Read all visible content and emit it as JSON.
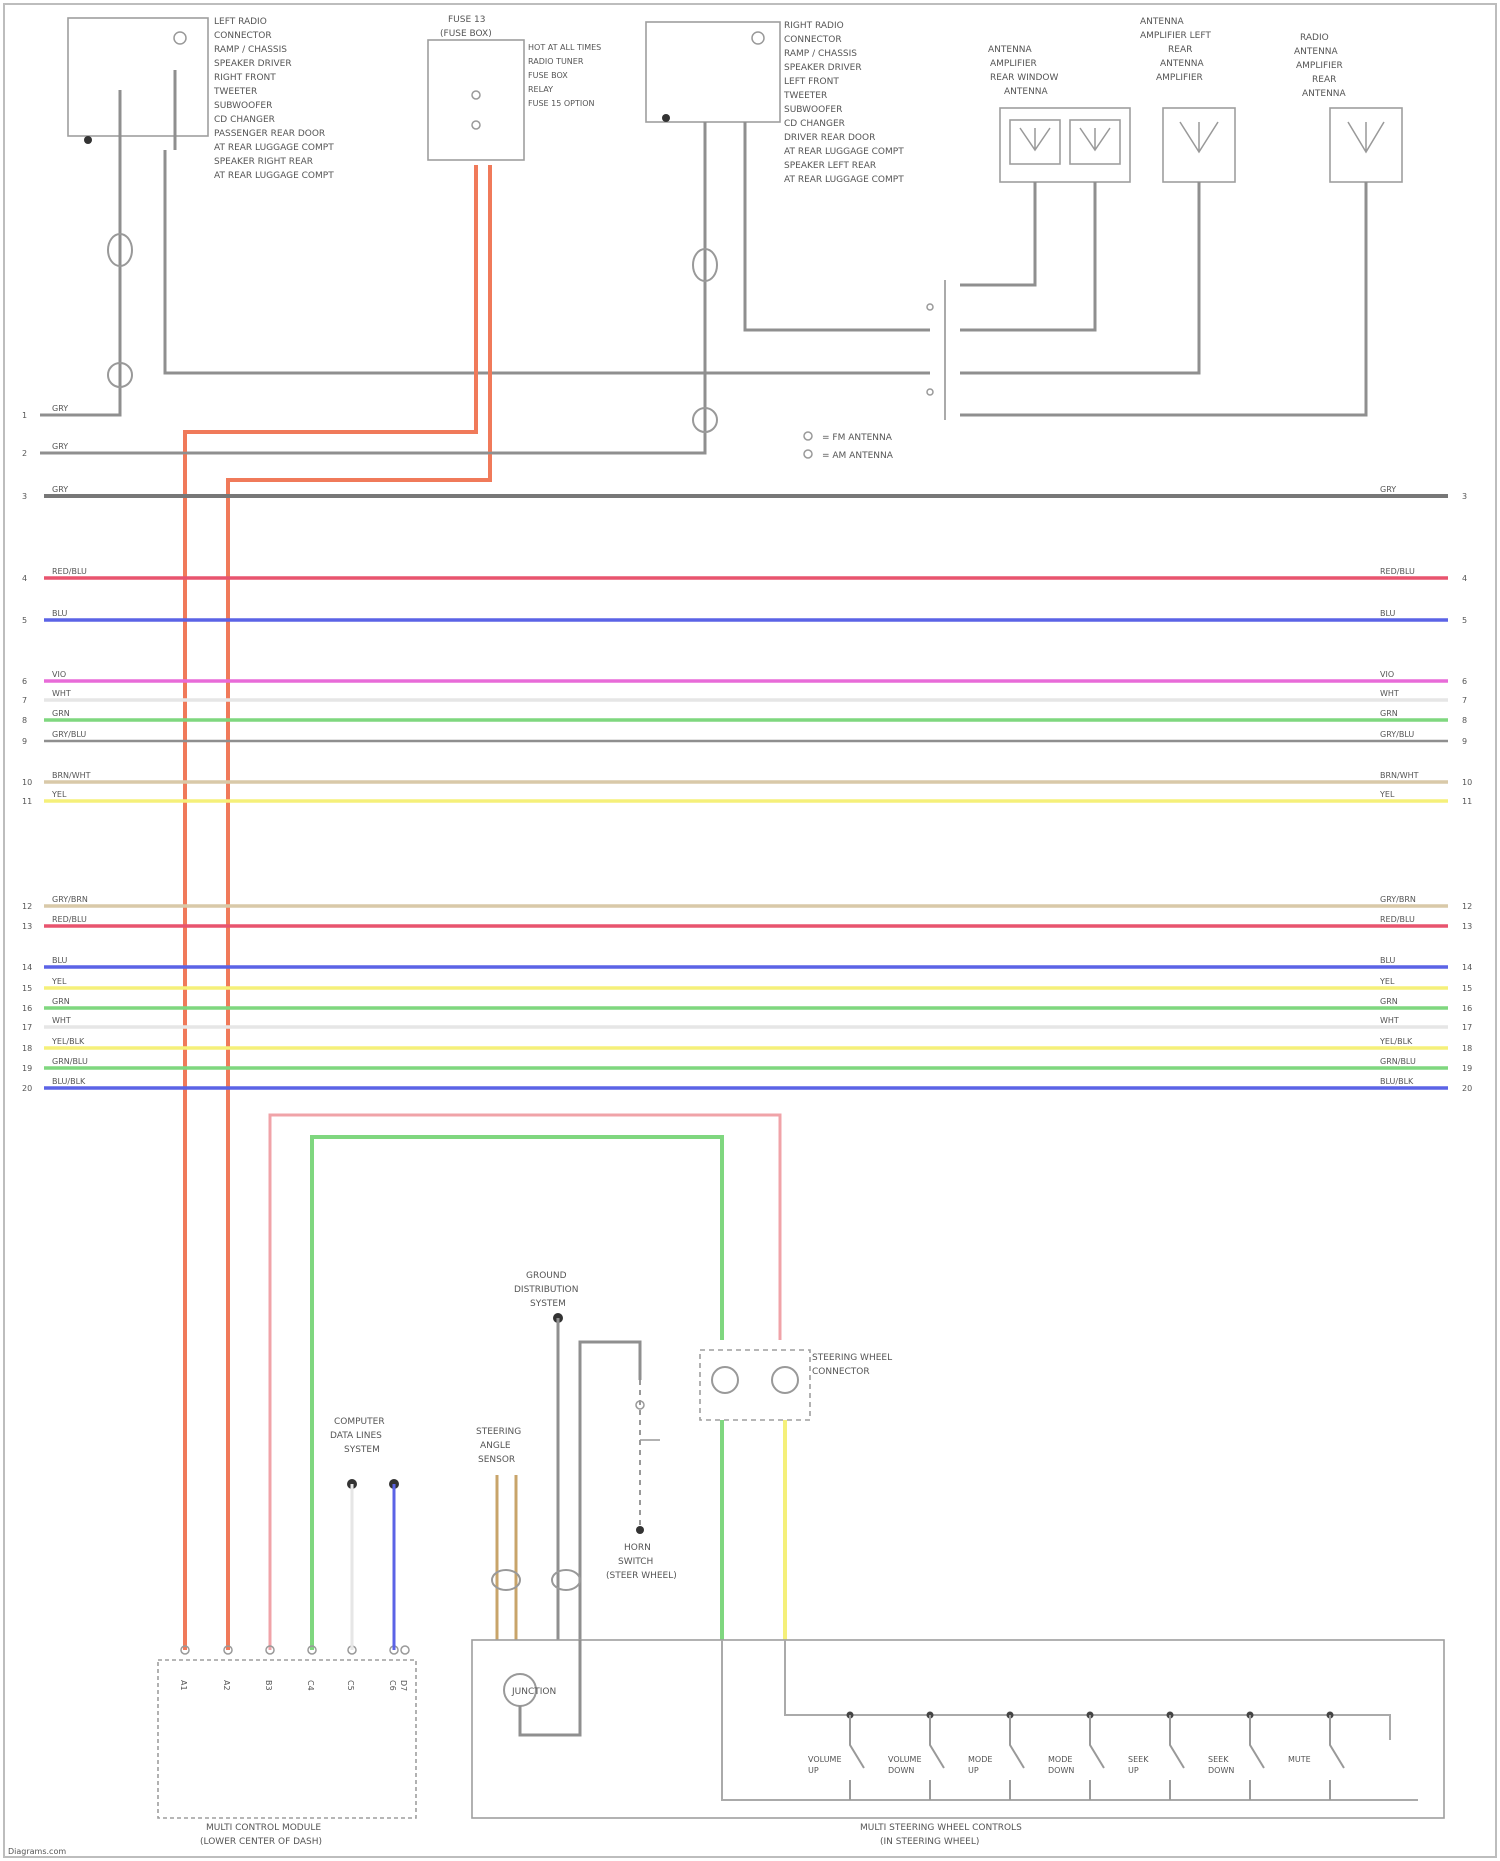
{
  "watermark": "Diagrams.com",
  "colors": {
    "gray": "#8f8f8f",
    "dark_gray": "#777777",
    "orange": "#f07a5a",
    "pink": "#f0a3a8",
    "red": "#e8546e",
    "blue": "#5b63e6",
    "magenta": "#e86bd8",
    "white": "#e6e6e6",
    "green": "#7fd77f",
    "tan": "#d9c9a8",
    "yellow": "#f5f07a",
    "brown": "#c8a46a"
  },
  "top_components": {
    "left_radio": {
      "lines": [
        "LEFT RADIO",
        "CONNECTOR",
        "RAMP / CHASSIS",
        "SPEAKER DRIVER",
        "RIGHT FRONT",
        "TWEETER",
        "SUBWOOFER",
        "CD CHANGER",
        "PASSENGER REAR DOOR",
        "AT REAR LUGGAGE COMPT",
        "SPEAKER RIGHT REAR",
        "AT REAR LUGGAGE COMPT"
      ]
    },
    "fuse": {
      "lines": [
        "FUSE 13",
        "(FUSE BOX)"
      ],
      "notes": [
        "HOT AT ALL TIMES",
        "RADIO TUNER",
        "FUSE BOX",
        "RELAY",
        "FUSE 15 OPTION"
      ]
    },
    "right_radio": {
      "lines": [
        "RIGHT RADIO",
        "CONNECTOR",
        "RAMP / CHASSIS",
        "SPEAKER DRIVER",
        "LEFT FRONT",
        "TWEETER",
        "SUBWOOFER",
        "CD CHANGER",
        "DRIVER REAR DOOR",
        "AT REAR LUGGAGE COMPT",
        "SPEAKER LEFT REAR",
        "AT REAR LUGGAGE COMPT"
      ]
    },
    "antenna_a": {
      "lines": [
        "ANTENNA",
        "AMPLIFIER",
        "REAR WINDOW",
        "ANTENNA"
      ]
    },
    "antenna_b": {
      "lines": [
        "ANTENNA",
        "AMPLIFIER LEFT",
        "REAR",
        "ANTENNA",
        "AMPLIFIER"
      ]
    },
    "antenna_c": {
      "lines": [
        "RADIO",
        "ANTENNA",
        "AMPLIFIER",
        "REAR",
        "ANTENNA"
      ]
    }
  },
  "legend": [
    "= FM ANTENNA",
    "= AM ANTENNA"
  ],
  "bus_rows": [
    {
      "pin": "1",
      "color": "gray",
      "label_l": "GRY",
      "label_r": ""
    },
    {
      "pin": "2",
      "color": "gray",
      "label_l": "GRY",
      "label_r": ""
    },
    {
      "pin": "3",
      "color": "dark_gray",
      "label_l": "GRY",
      "label_r": "GRY"
    },
    {
      "pin": "4",
      "color": "red",
      "label_l": "RED/BLU",
      "label_r": "RED/BLU"
    },
    {
      "pin": "5",
      "color": "blue",
      "label_l": "BLU",
      "label_r": "BLU"
    },
    {
      "pin": "6",
      "color": "magenta",
      "label_l": "VIO",
      "label_r": "VIO"
    },
    {
      "pin": "7",
      "color": "white",
      "label_l": "WHT",
      "label_r": "WHT"
    },
    {
      "pin": "8",
      "color": "green",
      "label_l": "GRN",
      "label_r": "GRN"
    },
    {
      "pin": "9",
      "color": "gray",
      "label_l": "GRY/BLU",
      "label_r": "GRY/BLU"
    },
    {
      "pin": "10",
      "color": "tan",
      "label_l": "BRN/WHT",
      "label_r": "BRN/WHT"
    },
    {
      "pin": "11",
      "color": "yellow",
      "label_l": "YEL",
      "label_r": "YEL"
    },
    {
      "pin": "12",
      "color": "tan",
      "label_l": "GRY/BRN",
      "label_r": "GRY/BRN"
    },
    {
      "pin": "13",
      "color": "red",
      "label_l": "RED/BLU",
      "label_r": "RED/BLU"
    },
    {
      "pin": "14",
      "color": "blue",
      "label_l": "BLU",
      "label_r": "BLU"
    },
    {
      "pin": "15",
      "color": "yellow",
      "label_l": "YEL",
      "label_r": "YEL"
    },
    {
      "pin": "16",
      "color": "green",
      "label_l": "GRN",
      "label_r": "GRN"
    },
    {
      "pin": "17",
      "color": "white",
      "label_l": "WHT",
      "label_r": "WHT"
    },
    {
      "pin": "18",
      "color": "yellow",
      "label_l": "YEL/BLK",
      "label_r": "YEL/BLK"
    },
    {
      "pin": "19",
      "color": "green",
      "label_l": "GRN/BLU",
      "label_r": "GRN/BLU"
    },
    {
      "pin": "20",
      "color": "blue",
      "label_l": "BLU/BLK",
      "label_r": "BLU/BLK"
    }
  ],
  "bottom_components": {
    "steering_sensor": {
      "lines": [
        "STEERING",
        "ANGLE",
        "SENSOR"
      ]
    },
    "ground_dist": {
      "lines": [
        "GROUND",
        "DISTRIBUTION",
        "SYSTEM"
      ]
    },
    "clock_spring": {
      "lines": [
        "STEERING WHEEL",
        "CONNECTOR"
      ]
    },
    "horn_switch": {
      "lines": [
        "HORN",
        "SWITCH",
        "(STEER WHEEL)"
      ]
    },
    "computer_data": {
      "lines": [
        "COMPUTER",
        "DATA LINES",
        "SYSTEM"
      ]
    },
    "control_module": {
      "lines": [
        "MULTI CONTROL MODULE",
        "(LOWER CENTER OF DASH)"
      ]
    },
    "wheel_controls": {
      "lines": [
        "MULTI STEERING WHEEL CONTROLS",
        "(IN STEERING WHEEL)"
      ]
    },
    "wheel_buttons": [
      "VOLUME UP",
      "VOLUME DOWN",
      "MODE UP",
      "MODE DOWN",
      "SEEK UP",
      "SEEK DOWN",
      "MUTE"
    ],
    "junction_label": "JUNCTION",
    "module_pins": [
      "A1",
      "A2",
      "B3",
      "C4",
      "C5",
      "C6",
      "D7"
    ]
  }
}
